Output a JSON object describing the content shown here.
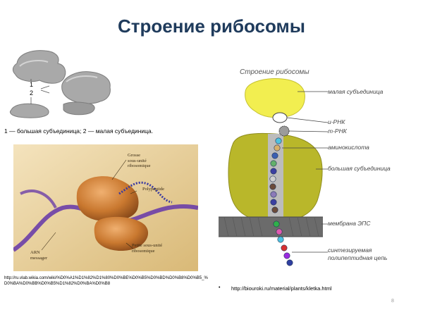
{
  "slide": {
    "title": "Строение рибосомы",
    "page_number": "8"
  },
  "figure1": {
    "numbers": [
      "1",
      "2"
    ],
    "caption": "1 — большая субъединица; 2 — малая субъединица."
  },
  "photo": {
    "labels": {
      "large_subunit": [
        "Grosse",
        "sous-unité",
        "ribosomique"
      ],
      "polypeptide": "Polypeptide",
      "arn": [
        "ARN",
        "messager"
      ],
      "small_subunit": [
        "Petite sous-unité",
        "ribosomique"
      ]
    },
    "source_url": "http://ru.vlab.wikia.com/wiki/%D0%A1%D1%82%D1%80%D0%BE%D0%B5%D0%BD%D0%B8%D0%B5_%D0%BA%D0%BB%D0%B5%D1%82%D0%BA%D0%B8"
  },
  "diagram": {
    "title": "Строение рибосомы",
    "labels": {
      "small_subunit": "малая субъединица",
      "i_rna": "и-РНК",
      "t_rna": "т-РНК",
      "amino_acid": "аминокислота",
      "large_subunit": "большая субъединица",
      "eps_membrane": "мембрана ЭПС",
      "polypeptide": [
        "синтезируемая",
        "полипептидная цепь"
      ]
    },
    "bullet": "•",
    "source_url": "http://biouroki.ru/material/plants/kletka.html"
  },
  "colors": {
    "title": "#1f3b5c",
    "subunit_yellow": "#f2ee50",
    "large_subunit_olive": "#b9b72a",
    "membrane": "#6b6b6b",
    "photo_bg": "#e9d4a2",
    "ribosome_orange": "#c9782f",
    "rna_purple": "#6b3ea8"
  }
}
